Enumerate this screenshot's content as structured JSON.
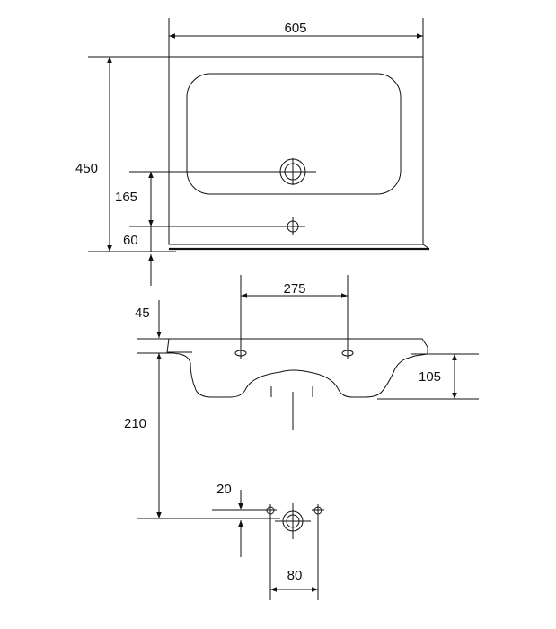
{
  "dimensions": {
    "top_width": "605",
    "top_depth": "450",
    "drain_offset": "165",
    "tap_offset": "60",
    "hole_spacing": "275",
    "rim_thickness": "45",
    "bowl_depth": "105",
    "drain_height": "210",
    "trap_offset": "20",
    "trap_spacing": "80"
  },
  "colors": {
    "line": "#111111",
    "background": "#ffffff"
  }
}
